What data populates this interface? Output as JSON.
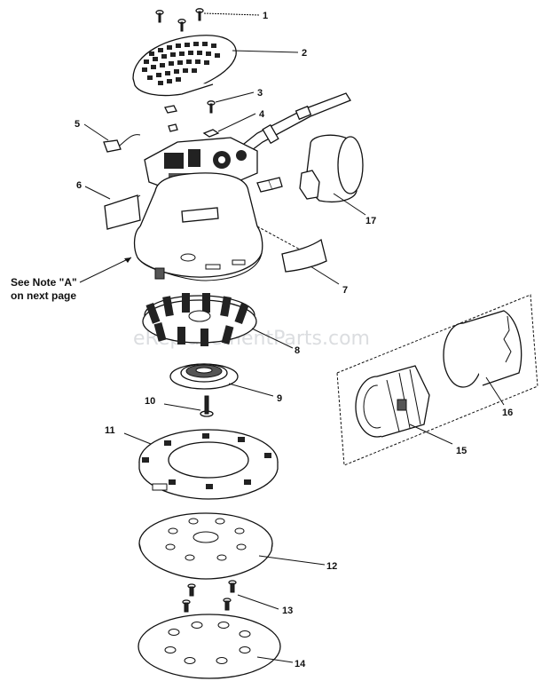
{
  "diagram": {
    "callouts": [
      {
        "id": "1",
        "text": "1"
      },
      {
        "id": "2",
        "text": "2"
      },
      {
        "id": "3",
        "text": "3"
      },
      {
        "id": "4",
        "text": "4"
      },
      {
        "id": "5",
        "text": "5"
      },
      {
        "id": "6",
        "text": "6"
      },
      {
        "id": "7",
        "text": "7"
      },
      {
        "id": "8",
        "text": "8"
      },
      {
        "id": "9",
        "text": "9"
      },
      {
        "id": "10",
        "text": "10"
      },
      {
        "id": "11",
        "text": "11"
      },
      {
        "id": "12",
        "text": "12"
      },
      {
        "id": "13",
        "text": "13"
      },
      {
        "id": "14",
        "text": "14"
      },
      {
        "id": "15",
        "text": "15"
      },
      {
        "id": "16",
        "text": "16"
      },
      {
        "id": "17",
        "text": "17"
      }
    ],
    "note_line1": "See Note \"A\"",
    "note_line2": "on next page",
    "watermark": "eReplacementParts.com"
  }
}
